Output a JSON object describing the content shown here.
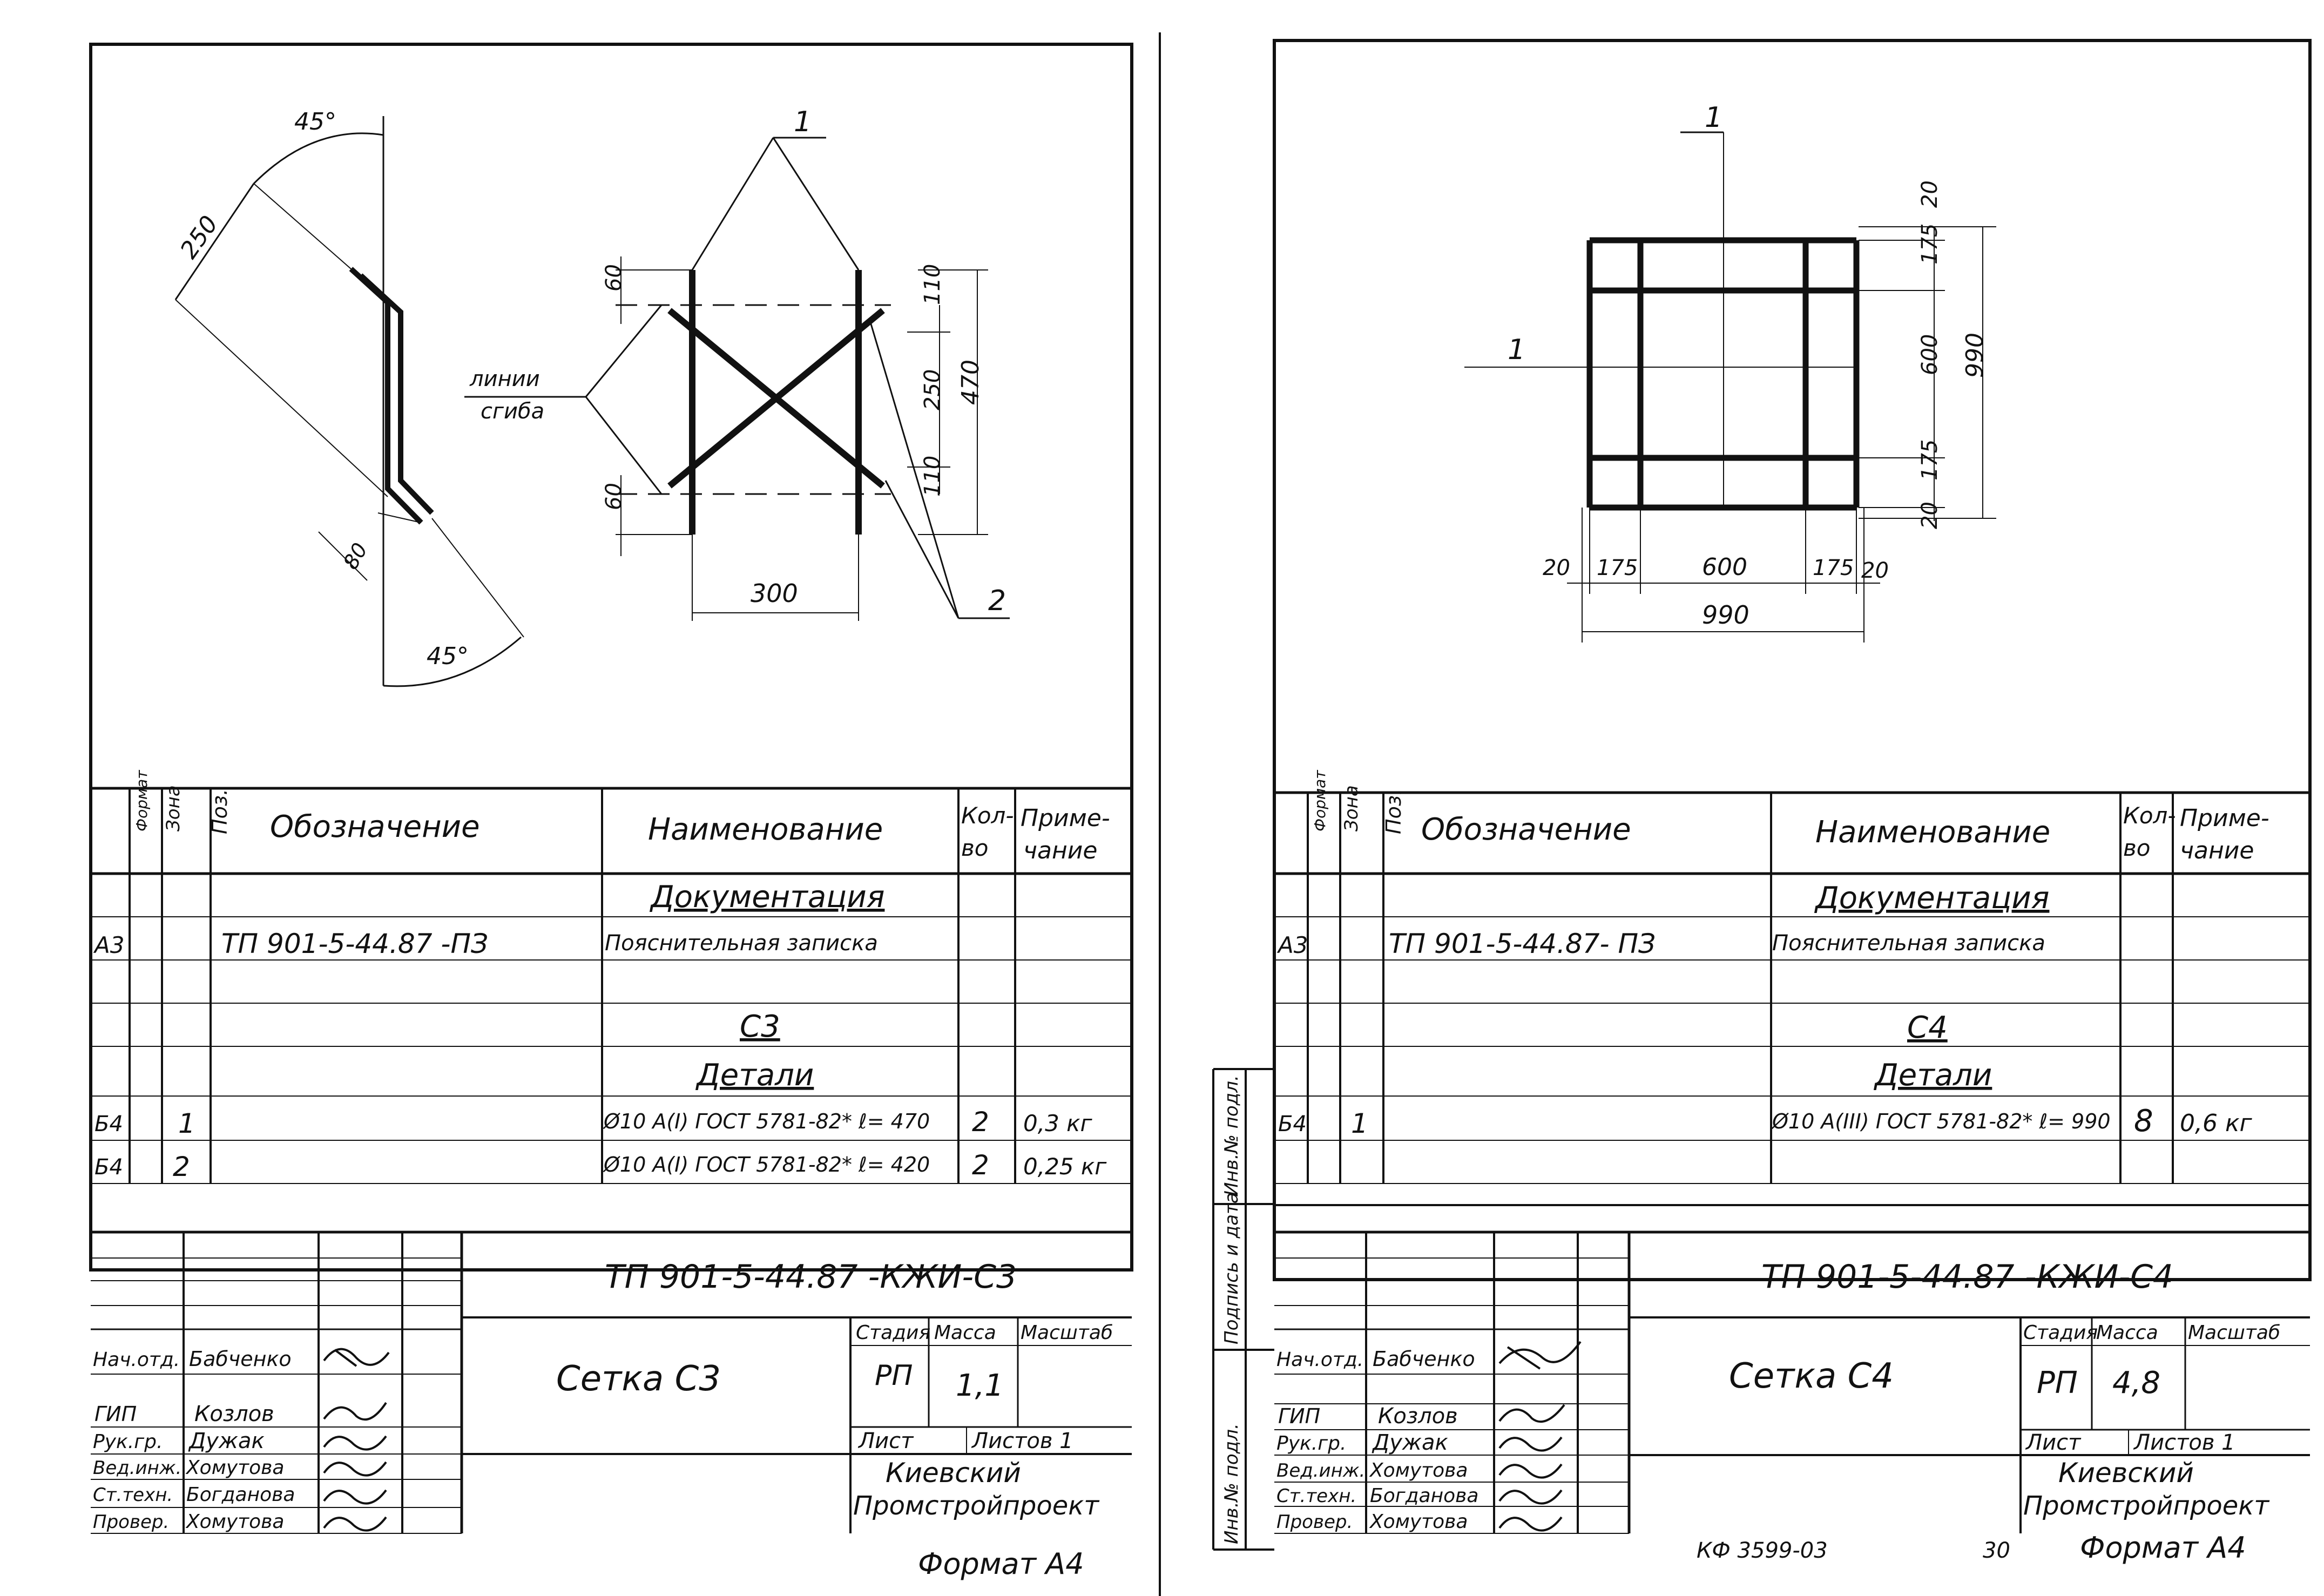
{
  "left": {
    "detail": {
      "angle_top": "45°",
      "angle_bottom": "45°",
      "dim_250": "250",
      "dim_80": "80"
    },
    "plan": {
      "callout_1": "1",
      "callout_2": "2",
      "bend_line_label_1": "линии",
      "bend_line_label_2": "сгиба",
      "dim_60_top": "60",
      "dim_60_bottom": "60",
      "dim_110_top": "110",
      "dim_250": "250",
      "dim_110_bottom": "110",
      "dim_470": "470",
      "dim_300": "300"
    },
    "spec": {
      "headers": {
        "format": "Формат",
        "zone": "Зона",
        "pos": "Поз.",
        "designation": "Обозначение",
        "name": "Наименование",
        "qty_1": "Кол-",
        "qty_2": "во",
        "note_1": "Приме-",
        "note_2": "чание"
      },
      "rows": [
        {
          "format": "",
          "pos": "",
          "designation": "",
          "name": "Документация",
          "qty": "",
          "note": "",
          "style": "heading"
        },
        {
          "format": "А3",
          "pos": "",
          "designation": "ТП 901-5-44.87 -ПЗ",
          "name": "Пояснительная записка",
          "qty": "",
          "note": "",
          "style": "normal"
        },
        {
          "format": "",
          "pos": "",
          "designation": "",
          "name": "",
          "qty": "",
          "note": "",
          "style": "normal"
        },
        {
          "format": "",
          "pos": "",
          "designation": "",
          "name": "С3",
          "qty": "",
          "note": "",
          "style": "heading"
        },
        {
          "format": "",
          "pos": "",
          "designation": "",
          "name": "Детали",
          "qty": "",
          "note": "",
          "style": "heading"
        },
        {
          "format": "Б4",
          "pos": "1",
          "designation": "",
          "name": "Ø10 A(I) ГОСТ 5781-82* ℓ= 470",
          "qty": "2",
          "note": "0,3 кг",
          "style": "normal"
        },
        {
          "format": "Б4",
          "pos": "2",
          "designation": "",
          "name": "Ø10 A(I) ГОСТ 5781-82* ℓ= 420",
          "qty": "2",
          "note": "0,25 кг",
          "style": "normal"
        },
        {
          "format": "",
          "pos": "",
          "designation": "",
          "name": "",
          "qty": "",
          "note": "",
          "style": "normal"
        }
      ]
    },
    "title_block": {
      "code": "ТП 901-5-44.87 -КЖИ-С3",
      "title": "Сетка С3",
      "stage_label": "Стадия",
      "mass_label": "Масса",
      "scale_label": "Масштаб",
      "stage": "РП",
      "mass": "1,1",
      "scale": "",
      "sheet_label": "Лист",
      "sheets_label": "Листов 1",
      "org_1": "Киевский",
      "org_2": "Промстройпроект",
      "people": [
        {
          "role": "Нач.отд.",
          "name": "Бабченко"
        },
        {
          "role": "ГИП",
          "name": "Козлов"
        },
        {
          "role": "Рук.гр.",
          "name": "Дужак"
        },
        {
          "role": "Вед.инж.",
          "name": "Хомутова"
        },
        {
          "role": "Ст.техн.",
          "name": "Богданова"
        },
        {
          "role": "Провер.",
          "name": "Хомутова"
        }
      ]
    },
    "format_label": "Формат А4"
  },
  "right": {
    "plan": {
      "callout_1_top": "1",
      "callout_1_left": "1",
      "dim_20_top": "20",
      "dim_175_top": "175",
      "dim_600_v": "600",
      "dim_175_bottom": "175",
      "dim_20_bottom": "20",
      "dim_990_v": "990",
      "dim_20_left": "20",
      "dim_175_left": "175",
      "dim_600_h": "600",
      "dim_175_right": "175",
      "dim_20_right": "20",
      "dim_990_h": "990"
    },
    "side_stamp": {
      "inv_podl": "Инв.№ подл.",
      "podpis": "Подпись и дата",
      "vzam": "Инв.№ подл."
    },
    "spec": {
      "headers": {
        "format": "Формат",
        "zone": "Зона",
        "pos": "Поз.",
        "designation": "Обозначение",
        "name": "Наименование",
        "qty_1": "Кол-",
        "qty_2": "во",
        "note_1": "Приме-",
        "note_2": "чание"
      },
      "rows": [
        {
          "format": "",
          "pos": "",
          "designation": "",
          "name": "Документация",
          "qty": "",
          "note": "",
          "style": "heading"
        },
        {
          "format": "А3",
          "pos": "",
          "designation": "ТП 901-5-44.87- ПЗ",
          "name": "Пояснительная записка",
          "qty": "",
          "note": "",
          "style": "normal"
        },
        {
          "format": "",
          "pos": "",
          "designation": "",
          "name": "",
          "qty": "",
          "note": "",
          "style": "normal"
        },
        {
          "format": "",
          "pos": "",
          "designation": "",
          "name": "С4",
          "qty": "",
          "note": "",
          "style": "heading"
        },
        {
          "format": "",
          "pos": "",
          "designation": "",
          "name": "Детали",
          "qty": "",
          "note": "",
          "style": "heading"
        },
        {
          "format": "Б4",
          "pos": "1",
          "designation": "",
          "name": "Ø10 A(III) ГОСТ 5781-82* ℓ= 990",
          "qty": "8",
          "note": "0,6 кг",
          "style": "normal"
        },
        {
          "format": "",
          "pos": "",
          "designation": "",
          "name": "",
          "qty": "",
          "note": "",
          "style": "normal"
        }
      ]
    },
    "title_block": {
      "code": "ТП 901-5-44.87 -КЖИ-С4",
      "title": "Сетка С4",
      "stage_label": "Стадия",
      "mass_label": "Масса",
      "scale_label": "Масштаб",
      "stage": "РП",
      "mass": "4,8",
      "scale": "",
      "sheet_label": "Лист",
      "sheets_label": "Листов 1",
      "org_1": "Киевский",
      "org_2": "Промстройпроект",
      "people": [
        {
          "role": "Нач.отд.",
          "name": "Бабченко"
        },
        {
          "role": "ГИП",
          "name": "Козлов"
        },
        {
          "role": "Рук.гр.",
          "name": "Дужак"
        },
        {
          "role": "Вед.инж.",
          "name": "Хомутова"
        },
        {
          "role": "Ст.техн.",
          "name": "Богданова"
        },
        {
          "role": "Провер.",
          "name": "Хомутова"
        }
      ]
    },
    "archive_code": "КФ 3599-03",
    "page_number": "30",
    "format_label": "Формат А4"
  }
}
